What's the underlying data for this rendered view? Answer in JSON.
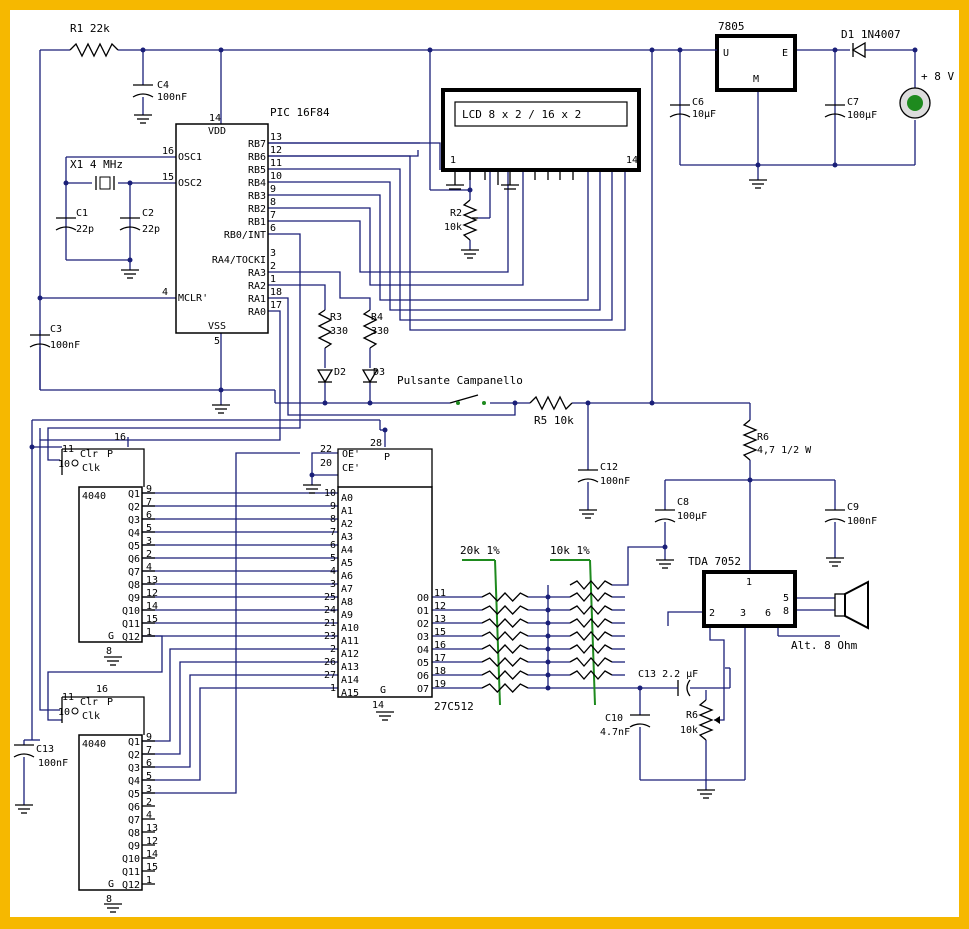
{
  "components": {
    "r1": "R1 22k",
    "c4": "C4",
    "c4v": "100nF",
    "pic": "PIC 16F84",
    "vdd": "VDD",
    "vss": "VSS",
    "x1": "X1 4 MHz",
    "c1": "C1",
    "c1v": "22p",
    "c2": "C2",
    "c2v": "22p",
    "c3": "C3",
    "c3v": "100nF",
    "lcd": "LCD 8 x 2 / 16 x 2",
    "lcd_pin1": "1",
    "lcd_pin14": "14",
    "r2": "R2",
    "r2v": "10k",
    "r3": "R3",
    "r3v": "330",
    "r4": "R4",
    "r4v": "330",
    "d2": "D2",
    "d3": "D3",
    "reg": "7805",
    "reg_u": "U",
    "reg_e": "E",
    "reg_m": "M",
    "d1": "D1 1N4007",
    "supply": "+ 8 V",
    "c6": "C6",
    "c6v": "10µF",
    "c7": "C7",
    "c7v": "100µF",
    "button": "Pulsante Campanello",
    "r5": "R5 10k",
    "r6a": "R6",
    "r6av": "4,7 1/2 W",
    "c12": "C12",
    "c12v": "100nF",
    "c8": "C8",
    "c8v": "100µF",
    "c9": "C9",
    "c9v": "100nF",
    "amp": "TDA 7052",
    "spk": "Alt. 8 Ohm",
    "rnet1": "20k 1%",
    "rnet2": "10k 1%",
    "c13b": "C13 2.2 µF",
    "c10": "C10",
    "c10v": "4.7nF",
    "r6b": "R6",
    "r6bv": "10k",
    "eprom": "27C512",
    "cnt": "4040",
    "c13": "C13",
    "c13v": "100nF",
    "clr": "Clr",
    "clk": "Clk",
    "p": "P",
    "oe": "OE'",
    "ce": "CE'"
  },
  "pic_left_pins": [
    {
      "num": "16",
      "name": "OSC1"
    },
    {
      "num": "15",
      "name": "OSC2"
    },
    {
      "num": "4",
      "name": "MCLR'"
    }
  ],
  "pic_right_pins": [
    {
      "num": "13",
      "name": "RB7"
    },
    {
      "num": "12",
      "name": "RB6"
    },
    {
      "num": "11",
      "name": "RB5"
    },
    {
      "num": "10",
      "name": "RB4"
    },
    {
      "num": "9",
      "name": "RB3"
    },
    {
      "num": "8",
      "name": "RB2"
    },
    {
      "num": "7",
      "name": "RB1"
    },
    {
      "num": "6",
      "name": "RB0/INT"
    },
    {
      "num": "3",
      "name": "RA4/TOCKI"
    },
    {
      "num": "2",
      "name": "RA3"
    },
    {
      "num": "1",
      "name": "RA2"
    },
    {
      "num": "18",
      "name": "RA1"
    },
    {
      "num": "17",
      "name": "RA0"
    }
  ],
  "counter_outputs": [
    "Q1",
    "Q2",
    "Q3",
    "Q4",
    "Q5",
    "Q6",
    "Q7",
    "Q8",
    "Q9",
    "Q10",
    "Q11",
    "Q12"
  ],
  "counter1_pins": [
    "9",
    "7",
    "6",
    "5",
    "3",
    "2",
    "4",
    "13",
    "12",
    "14",
    "15",
    "1"
  ],
  "counter2_pins": [
    "9",
    "7",
    "6",
    "5",
    "3",
    "2",
    "4",
    "13",
    "12",
    "14",
    "15",
    "1"
  ],
  "eprom_addr": [
    "A0",
    "A1",
    "A2",
    "A3",
    "A4",
    "A5",
    "A6",
    "A7",
    "A8",
    "A9",
    "A10",
    "A11",
    "A12",
    "A13",
    "A14",
    "A15"
  ],
  "eprom_addr_pins": [
    "10",
    "9",
    "8",
    "7",
    "6",
    "5",
    "4",
    "3",
    "25",
    "24",
    "21",
    "23",
    "2",
    "26",
    "27",
    "1"
  ],
  "eprom_out": [
    "O0",
    "O1",
    "O2",
    "O3",
    "O4",
    "O5",
    "O6",
    "O7"
  ],
  "eprom_out_pins": [
    "11",
    "12",
    "13",
    "15",
    "16",
    "17",
    "18",
    "19"
  ],
  "pin_labels": {
    "p14": "14",
    "p5": "5",
    "p16a": "16",
    "p11a": "11",
    "p10a": "10",
    "p8a": "8",
    "p16b": "16",
    "p11b": "11",
    "p10b": "10",
    "p8b": "8",
    "p28": "28",
    "p22": "22",
    "p20": "20",
    "p14e": "14",
    "amp1": "1",
    "amp2": "2",
    "amp3": "3",
    "amp6": "6",
    "amp5": "5",
    "amp8": "8",
    "g": "G"
  }
}
